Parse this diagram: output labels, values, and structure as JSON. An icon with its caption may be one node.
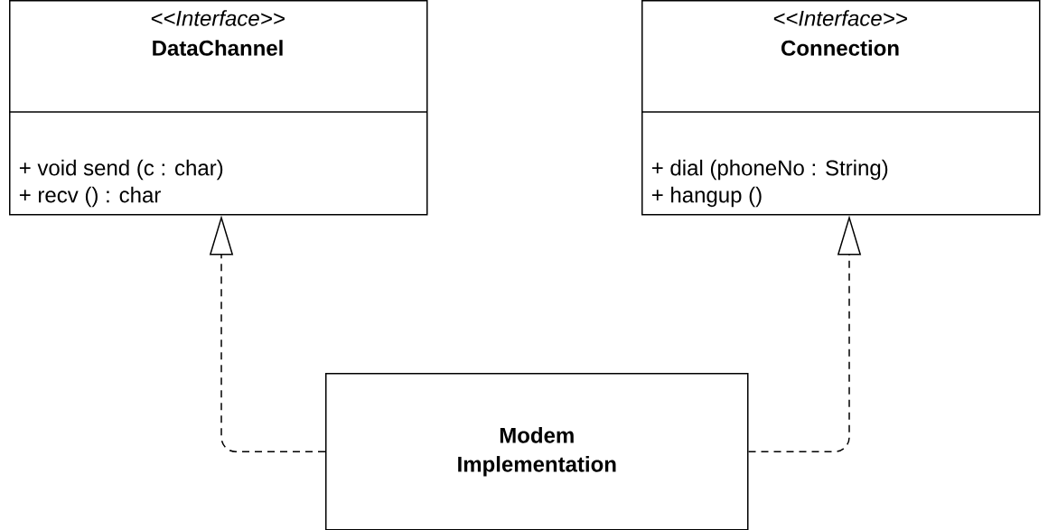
{
  "diagram": {
    "nodes": [
      {
        "text": [
          "<<Interface>>",
          "DataChannel",
          "+ void send (c : char)",
          "+ recv () : char"
        ]
      },
      {
        "text": [
          "<<Interface>>",
          "Connection",
          "+ dial (phoneNo : String)",
          "+ hangup ()"
        ]
      },
      {
        "text": [
          "Modem Implementation"
        ]
      }
    ],
    "edges": [
      {
        "from": 2,
        "to": 0,
        "arrow": "to",
        "style": "dashed"
      },
      {
        "from": 2,
        "to": 1,
        "arrow": "to",
        "style": "dashed"
      }
    ]
  }
}
